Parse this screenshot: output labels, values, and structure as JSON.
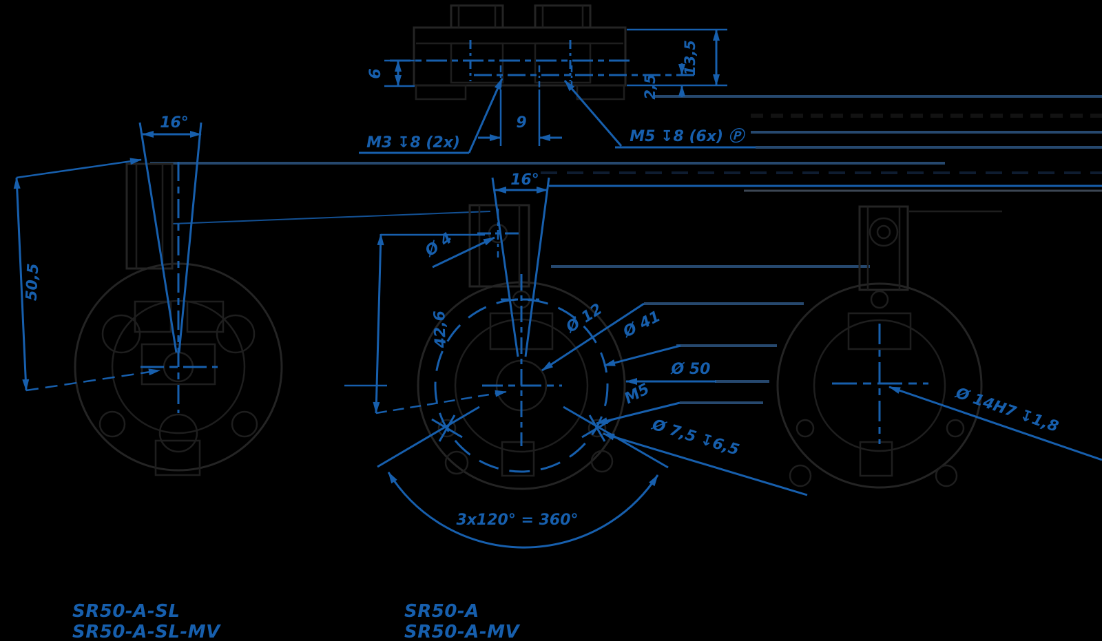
{
  "colors": {
    "background": "#000000",
    "dimension_blue": "#175FAD",
    "projection_navy": "#26486E",
    "dark_navy_dash": "#0E1C30",
    "slate_line": "#3C4653",
    "part_outline_dark": "#242424"
  },
  "top_view": {
    "dim_height": "6",
    "dim_spacing": "9",
    "dim_offset": "2,5",
    "dim_total_height": "13,5",
    "thread_label_left": "M3 ↧8 (2x)",
    "thread_label_right": "M5 ↧8 (6x) Ⓟ"
  },
  "left_view": {
    "angle_label": "16°",
    "dim_length": "50,5"
  },
  "middle_view": {
    "angle_label": "16°",
    "dim_length": "42,6",
    "hole_dia": "Ø 4",
    "bore_dia": "Ø 12",
    "bolt_circle_dia": "Ø 41",
    "pilot_dia": "Ø 50",
    "thread_label": "M5",
    "counterbore_label": "Ø 7,5 ↧6,5",
    "pattern_label": "3x120° = 360°"
  },
  "right_view": {
    "bore_label": "Ø 14H7 ↧1,8"
  },
  "part_names": {
    "left_line1": "SR50-A-SL",
    "left_line2": "SR50-A-SL-MV",
    "middle_line1": "SR50-A",
    "middle_line2": "SR50-A-MV"
  }
}
